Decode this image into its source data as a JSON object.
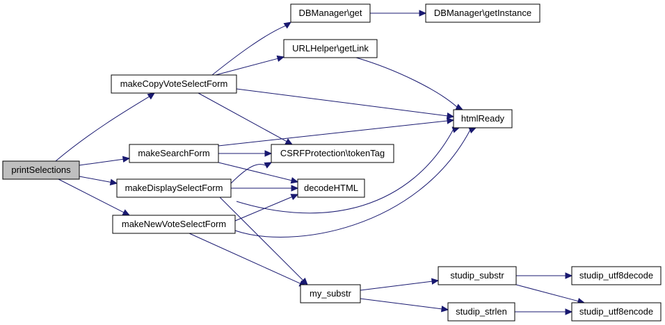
{
  "graph": {
    "colors": {
      "edge": "#191970",
      "node_border": "#000000",
      "root_fill": "#bfbfbf",
      "node_fill": "#ffffff"
    },
    "nodes": {
      "printSelections": "printSelections",
      "makeCopyVoteSelectForm": "makeCopyVoteSelectForm",
      "makeSearchForm": "makeSearchForm",
      "makeDisplaySelectForm": "makeDisplaySelectForm",
      "makeNewVoteSelectForm": "makeNewVoteSelectForm",
      "dbGet": "DBManager\\get",
      "dbGetInstance": "DBManager\\getInstance",
      "urlGetLink": "URLHelper\\getLink",
      "htmlReady": "htmlReady",
      "csrfTokenTag": "CSRFProtection\\tokenTag",
      "decodeHTML": "decodeHTML",
      "mySubstr": "my_substr",
      "studipSubstr": "studip_substr",
      "studipStrlen": "studip_strlen",
      "studipUtf8decode": "studip_utf8decode",
      "studipUtf8encode": "studip_utf8encode"
    },
    "edges": [
      [
        "printSelections",
        "makeCopyVoteSelectForm"
      ],
      [
        "printSelections",
        "makeSearchForm"
      ],
      [
        "printSelections",
        "makeDisplaySelectForm"
      ],
      [
        "printSelections",
        "makeNewVoteSelectForm"
      ],
      [
        "makeCopyVoteSelectForm",
        "dbGet"
      ],
      [
        "makeCopyVoteSelectForm",
        "urlGetLink"
      ],
      [
        "makeCopyVoteSelectForm",
        "htmlReady"
      ],
      [
        "makeCopyVoteSelectForm",
        "csrfTokenTag"
      ],
      [
        "dbGet",
        "dbGetInstance"
      ],
      [
        "urlGetLink",
        "htmlReady"
      ],
      [
        "makeSearchForm",
        "htmlReady"
      ],
      [
        "makeSearchForm",
        "csrfTokenTag"
      ],
      [
        "makeSearchForm",
        "decodeHTML"
      ],
      [
        "makeDisplaySelectForm",
        "csrfTokenTag"
      ],
      [
        "makeDisplaySelectForm",
        "decodeHTML"
      ],
      [
        "makeDisplaySelectForm",
        "htmlReady"
      ],
      [
        "makeDisplaySelectForm",
        "mySubstr"
      ],
      [
        "makeNewVoteSelectForm",
        "decodeHTML"
      ],
      [
        "makeNewVoteSelectForm",
        "htmlReady"
      ],
      [
        "makeNewVoteSelectForm",
        "mySubstr"
      ],
      [
        "mySubstr",
        "studipSubstr"
      ],
      [
        "mySubstr",
        "studipStrlen"
      ],
      [
        "studipSubstr",
        "studipUtf8decode"
      ],
      [
        "studipSubstr",
        "studipUtf8encode"
      ],
      [
        "studipStrlen",
        "studipUtf8encode"
      ]
    ]
  }
}
